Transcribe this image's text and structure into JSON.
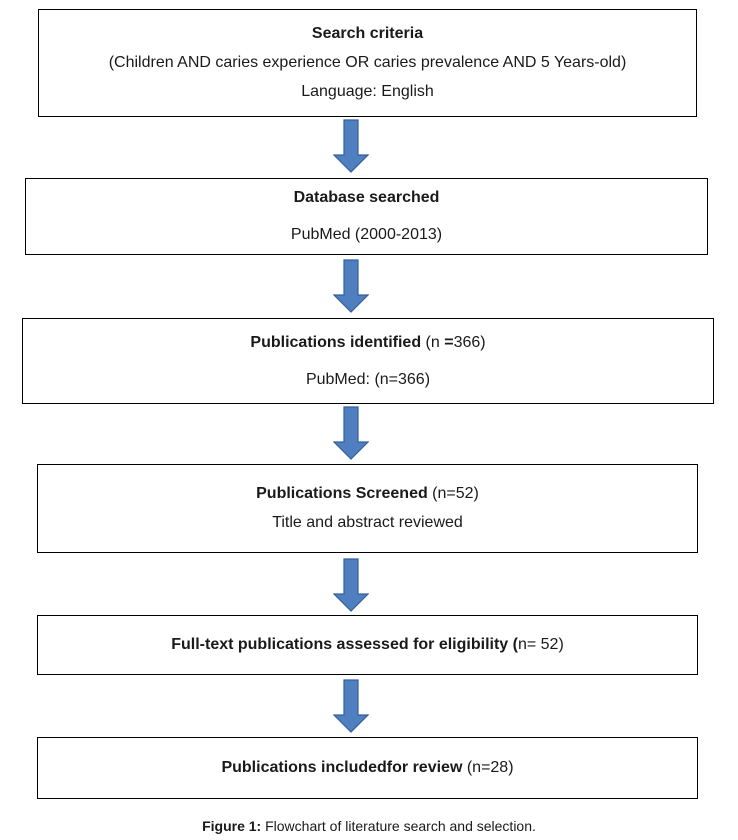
{
  "colors": {
    "arrow_fill": "#4f7fbf",
    "arrow_stroke": "#35609a",
    "box_border": "#000000"
  },
  "boxes": {
    "search": {
      "heading": "Search criteria",
      "query": "(Children AND caries experience OR caries prevalence AND 5 Years-old)",
      "language": "Language: English"
    },
    "database": {
      "heading": "Database searched",
      "detail": "PubMed (2000-2013)"
    },
    "identified": {
      "heading": "Publications identified",
      "count_open": " (n ",
      "count_eq": "=",
      "count_rest": "366)",
      "detail": "PubMed: (n=366)"
    },
    "screened": {
      "heading": "Publications Screened",
      "count": " (n=52)",
      "detail": "Title and abstract reviewed"
    },
    "fulltext": {
      "heading": "Full-text publications assessed for eligibility (",
      "count": "n= 52)"
    },
    "included": {
      "heading": "Publications includedfor review",
      "count": " (n=28)"
    }
  },
  "arrows": [
    {
      "icon": "down-arrow-icon",
      "from": "search",
      "to": "database"
    },
    {
      "icon": "down-arrow-icon",
      "from": "database",
      "to": "identified"
    },
    {
      "icon": "down-arrow-icon",
      "from": "identified",
      "to": "screened"
    },
    {
      "icon": "down-arrow-icon",
      "from": "screened",
      "to": "fulltext"
    },
    {
      "icon": "down-arrow-icon",
      "from": "fulltext",
      "to": "included"
    }
  ],
  "caption": {
    "label": "Figure 1:",
    "text": " Flowchart of literature search and selection."
  }
}
